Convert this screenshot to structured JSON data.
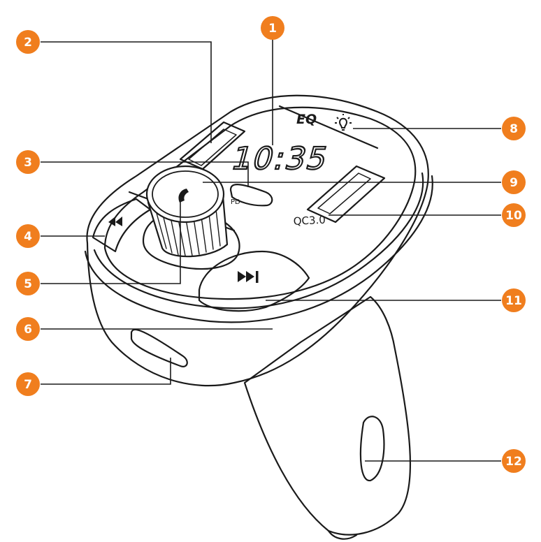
{
  "colors": {
    "callout": "#f07e1e",
    "outline": "#1a1a1a",
    "background": "#ffffff"
  },
  "panel": {
    "eq_label": "EQ",
    "display_time": "10:35",
    "qc_label": "QC3.0",
    "pd_label": "PD"
  },
  "icons": {
    "light": "lightbulb-icon",
    "phone": "phone-icon",
    "previous": "previous-track-icon",
    "next": "next-track-icon"
  },
  "callouts": [
    {
      "num": "1"
    },
    {
      "num": "2"
    },
    {
      "num": "3"
    },
    {
      "num": "4"
    },
    {
      "num": "5"
    },
    {
      "num": "6"
    },
    {
      "num": "7"
    },
    {
      "num": "8"
    },
    {
      "num": "9"
    },
    {
      "num": "10"
    },
    {
      "num": "11"
    },
    {
      "num": "12"
    }
  ]
}
